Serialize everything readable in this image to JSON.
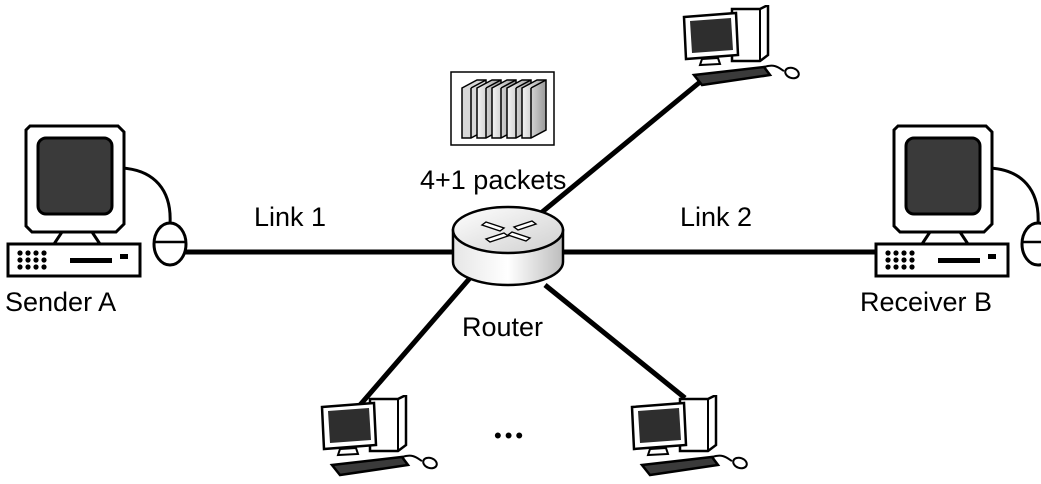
{
  "labels": {
    "link1": "Link 1",
    "link2": "Link 2",
    "packets": "4+1 packets",
    "router": "Router",
    "sender": "Sender A",
    "receiver": "Receiver B",
    "ellipsis": "•••"
  },
  "nodes": [
    {
      "id": "sender",
      "type": "desktop-computer",
      "icon": "desktop-computer-icon"
    },
    {
      "id": "receiver",
      "type": "desktop-computer",
      "icon": "desktop-computer-icon"
    },
    {
      "id": "router",
      "type": "router",
      "icon": "router-icon"
    },
    {
      "id": "host-top",
      "type": "workstation",
      "icon": "monitor-tower-icon"
    },
    {
      "id": "host-bottom-left",
      "type": "workstation",
      "icon": "monitor-tower-icon"
    },
    {
      "id": "host-bottom-right",
      "type": "workstation",
      "icon": "monitor-tower-icon"
    }
  ],
  "links": [
    {
      "from": "sender",
      "to": "router"
    },
    {
      "from": "router",
      "to": "receiver"
    },
    {
      "from": "router",
      "to": "host-top"
    },
    {
      "from": "router",
      "to": "host-bottom-left"
    },
    {
      "from": "router",
      "to": "host-bottom-right"
    }
  ],
  "packet_stack": {
    "icon": "packet-stack-icon",
    "count": 5
  }
}
